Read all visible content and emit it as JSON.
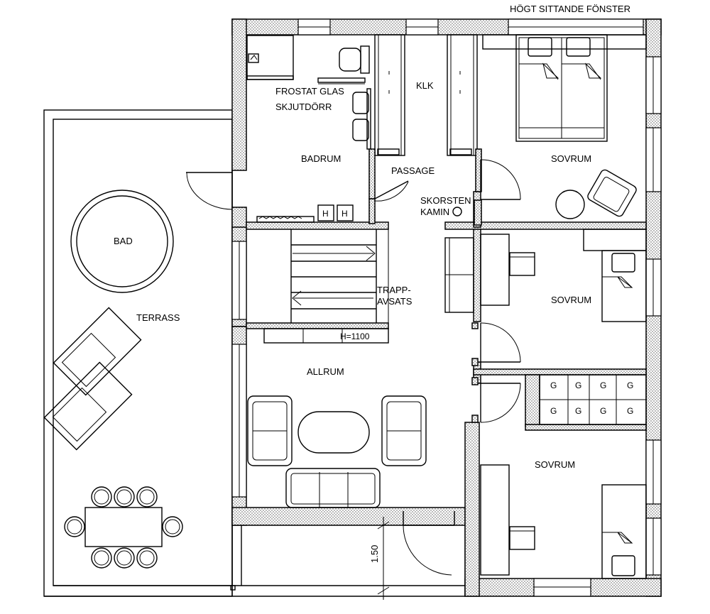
{
  "labels": {
    "high_window": "HÖGT SITTANDE FÖNSTER",
    "frosted_glass": "FROSTAT GLAS",
    "sliding_door": "SKJUTDÖRR",
    "klk": "KLK",
    "bathroom": "BADRUM",
    "passage": "PASSAGE",
    "chimney": "SKORSTEN",
    "fireplace": "KAMIN",
    "bedroom_1": "SOVRUM",
    "bedroom_2": "SOVRUM",
    "bedroom_3": "SOVRUM",
    "bath": "BAD",
    "terrace": "TERRASS",
    "stair_landing_1": "TRAPP-",
    "stair_landing_2": "AVSATS",
    "height": "H=1100",
    "living_room": "ALLRUM",
    "dimension": "1.50",
    "heater_1": "H",
    "heater_2": "H"
  },
  "wardrobe_label": "G",
  "wardrobe_count": 8
}
